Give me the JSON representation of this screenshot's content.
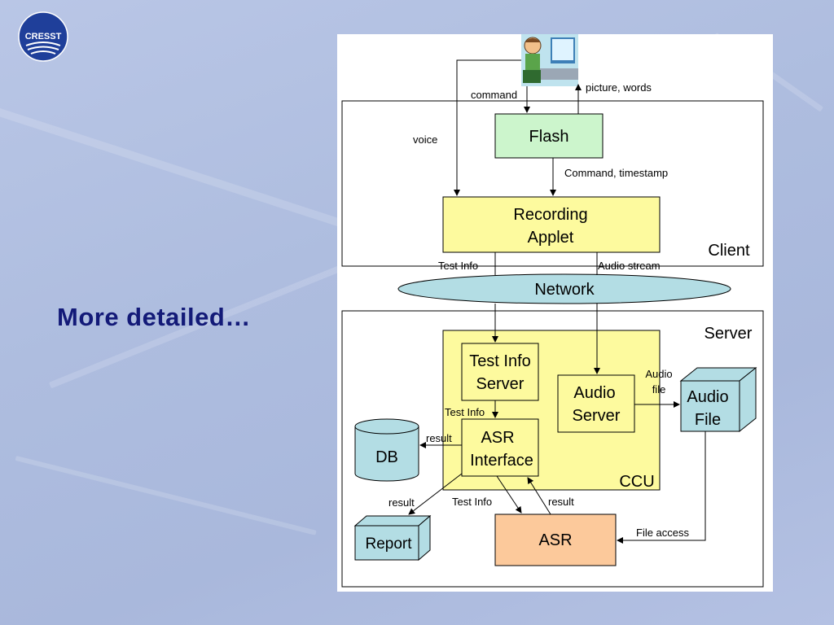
{
  "slide": {
    "title": "More detailed…"
  },
  "logo": {
    "text": "CRESST",
    "accent": "#1f3f9a"
  },
  "diagram": {
    "groups": {
      "client": "Client",
      "server": "Server",
      "ccu": "CCU"
    },
    "nodes": {
      "flash": "Flash",
      "recording": [
        "Recording",
        "Applet"
      ],
      "network": "Network",
      "test_info_server": [
        "Test Info",
        "Server"
      ],
      "audio_server": [
        "Audio",
        "Server"
      ],
      "audio_file": [
        "Audio",
        "File"
      ],
      "asr_interface": [
        "ASR",
        "Interface"
      ],
      "db": "DB",
      "report": "Report",
      "asr": "ASR"
    },
    "edges": {
      "command": "command",
      "picture_words": "picture, words",
      "voice": "voice",
      "command_timestamp": "Command, timestamp",
      "test_info_1": "Test Info",
      "audio_stream": "Audio stream",
      "audio_file_label": [
        "Audio",
        "file"
      ],
      "test_info_2": "Test Info",
      "result_db": "result",
      "result_report": "result",
      "test_info_3": "Test Info",
      "result_asr": "result",
      "file_access": "File access"
    },
    "colors": {
      "flash": "#ccf5cc",
      "recording": "#fdfa9e",
      "network": "#b3dde4",
      "ccu": "#fdfa9e",
      "db": "#b3dde4",
      "asr": "#fcc99b"
    }
  }
}
